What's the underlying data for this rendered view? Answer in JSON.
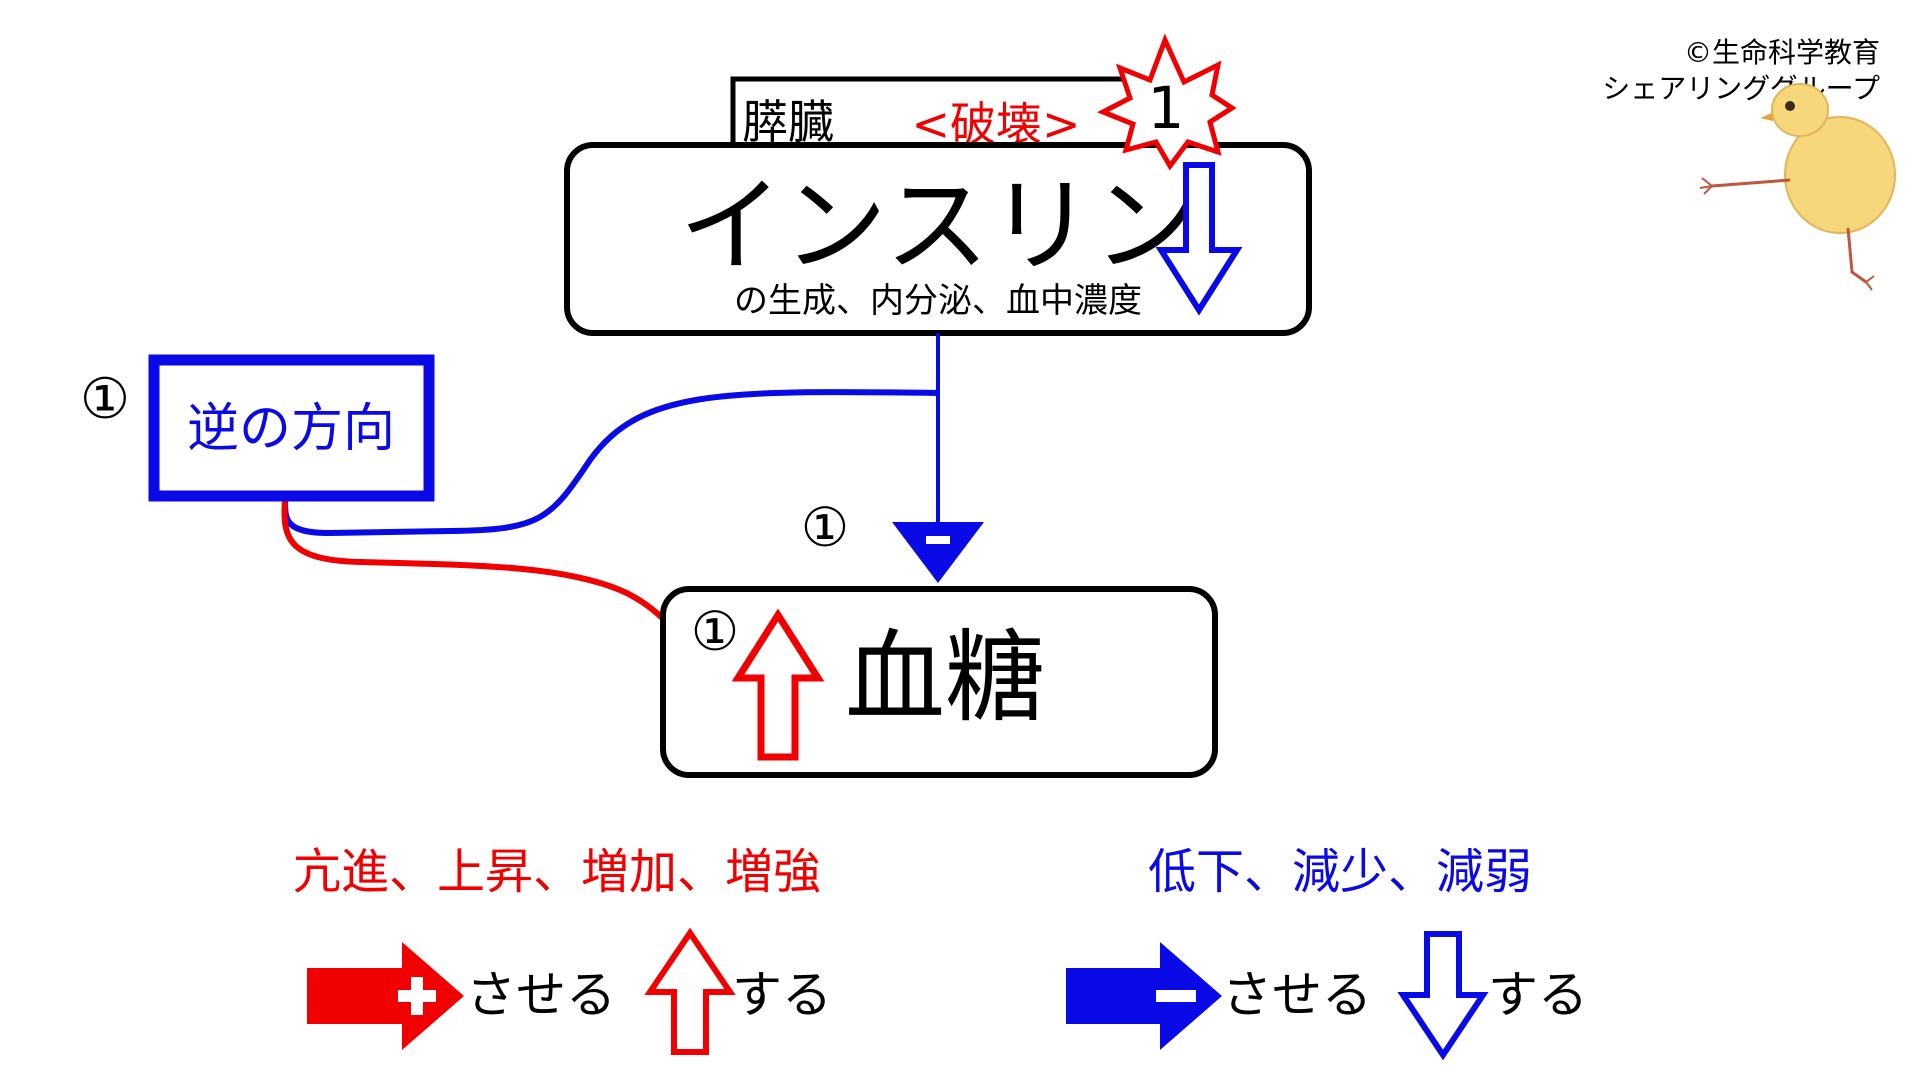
{
  "copyright": {
    "line1": "©生命科学教育",
    "line2": "シェアリンググループ"
  },
  "pancreas": {
    "label": "膵臓",
    "damage_label": "<破壊>",
    "burst_number": "1"
  },
  "insulin": {
    "title": "インスリン",
    "subtitle": "の生成、内分泌、血中濃度"
  },
  "reverse_box": {
    "label": "逆の方向",
    "marker": "①"
  },
  "minus_marker": "①",
  "blood_sugar": {
    "label": "血糖",
    "marker": "①"
  },
  "legend": {
    "increase_words": "亢進、上昇、増加、増強",
    "decrease_words": "低下、減少、減弱",
    "plus_suffix": "させる",
    "up_suffix": "する",
    "minus_suffix": "させる",
    "down_suffix": "する"
  },
  "colors": {
    "red": "#f00000",
    "blue": "#0a0ae6",
    "black": "#000000"
  }
}
